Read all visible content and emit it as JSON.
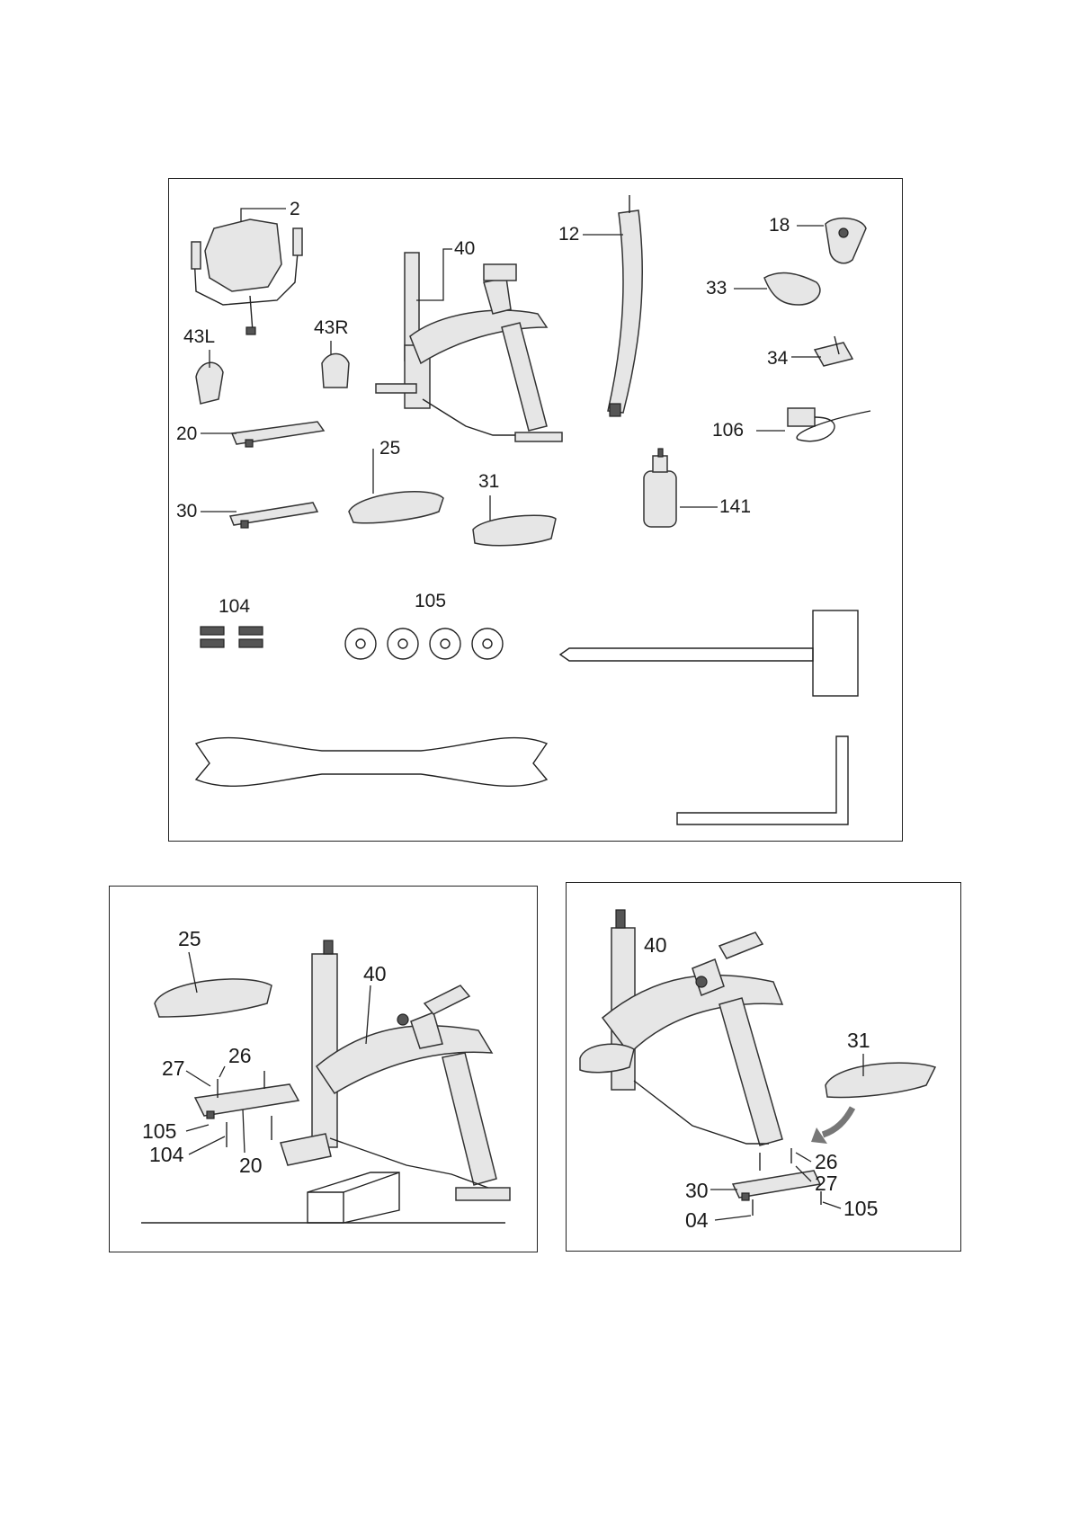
{
  "parts_panel": {
    "labels": [
      "2",
      "40",
      "12",
      "18",
      "33",
      "43L",
      "43R",
      "34",
      "20",
      "106",
      "25",
      "31",
      "141",
      "30",
      "104",
      "105"
    ]
  },
  "step1_panel": {
    "labels": [
      "25",
      "40",
      "26",
      "27",
      "105",
      "104",
      "20"
    ]
  },
  "step2_panel": {
    "labels": [
      "40",
      "31",
      "26",
      "27",
      "30",
      "105",
      "04"
    ]
  },
  "colors": {
    "line": "#222222",
    "part_fill": "#e6e6e6",
    "arrow": "#777777"
  }
}
